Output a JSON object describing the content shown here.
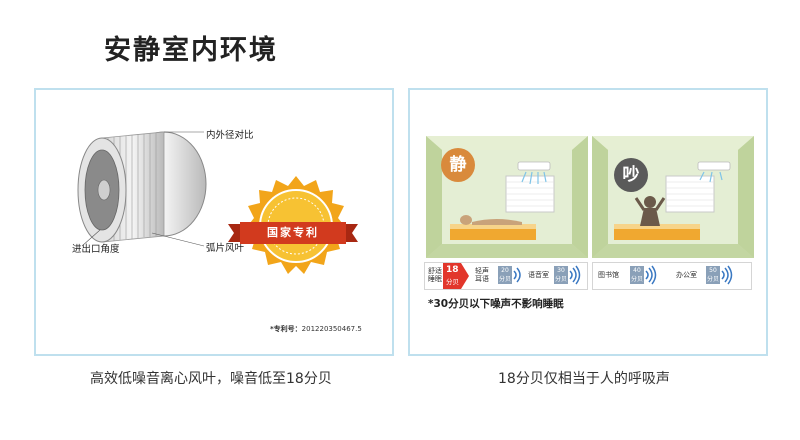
{
  "page_title": "安静室内环境",
  "left_panel": {
    "labels": {
      "ratio": "内外径对比",
      "angle": "进出口角度",
      "blade": "弧片风叶"
    },
    "badge_text": "国家专利",
    "patent_label": "*专利号：",
    "patent_number": "201220350467.5",
    "caption": "高效低噪音离心风叶，噪音低至18分贝"
  },
  "right_panel": {
    "quiet_bubble": "静",
    "noisy_bubble": "吵",
    "scale": {
      "sleep_label_1": "舒适",
      "sleep_label_2": "睡眠",
      "db18_top": "18",
      "db18_bottom": "分贝",
      "light_label_1": "轻声",
      "light_label_2": "耳语",
      "db20": "20",
      "speech_label": "语音室",
      "db30": "30",
      "library_label": "图书馆",
      "db40": "40",
      "office_label": "办公室",
      "db50": "50",
      "db_unit": "分贝"
    },
    "note": "*30分贝以下噪声不影响睡眠",
    "caption": "18分贝仅相当于人的呼吸声"
  },
  "colors": {
    "panel_border": "#bfe0ee",
    "quiet_bubble": "#d98a3c",
    "noisy_bubble": "#5a5a5a",
    "badge_gold": "#f2a51a",
    "ribbon_red": "#d23a1e",
    "wall": "#dbe9c3",
    "bed": "#f0a830",
    "arrow_red": "#e2362b"
  }
}
